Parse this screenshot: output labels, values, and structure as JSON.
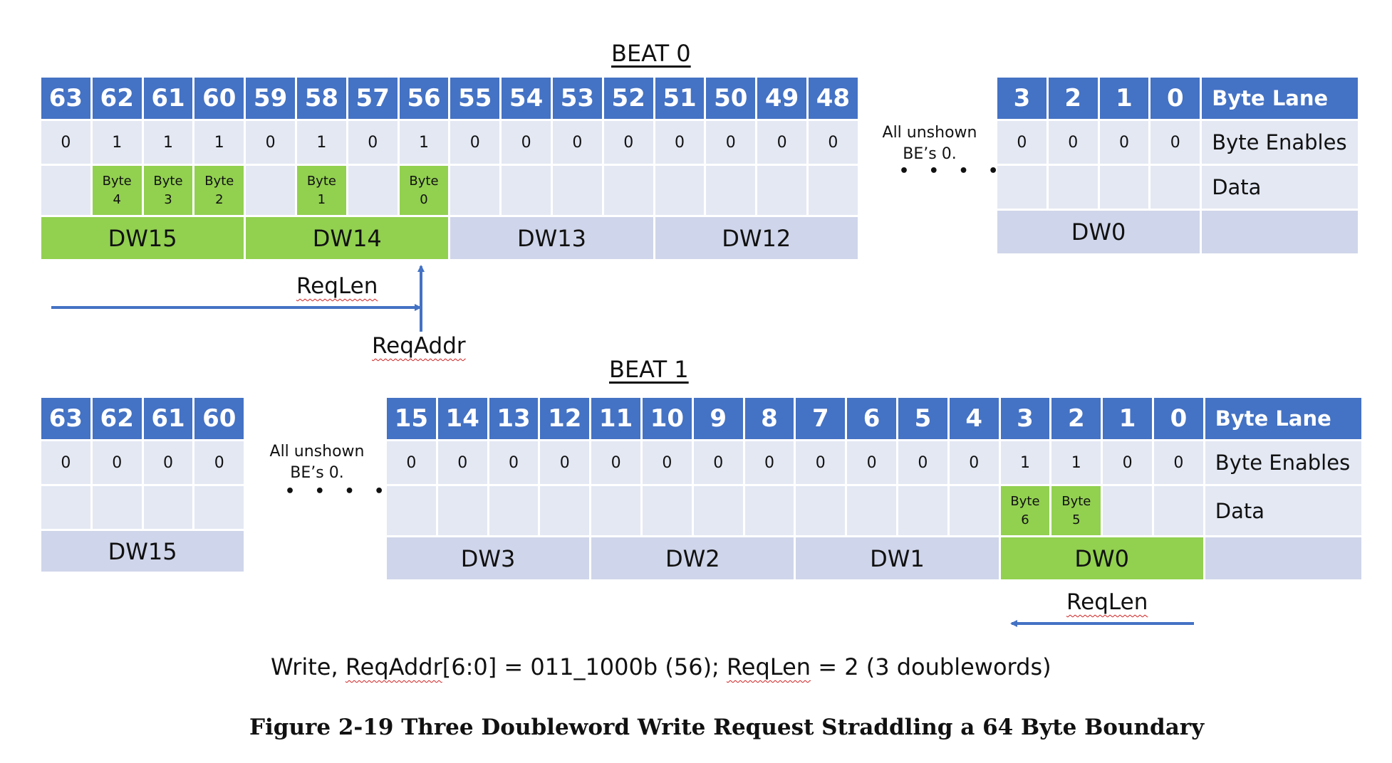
{
  "beat0": {
    "title": "BEAT 0",
    "lanes": [
      "63",
      "62",
      "61",
      "60",
      "59",
      "58",
      "57",
      "56",
      "55",
      "54",
      "53",
      "52",
      "51",
      "50",
      "49",
      "48"
    ],
    "enables": [
      "0",
      "1",
      "1",
      "1",
      "0",
      "1",
      "0",
      "1",
      "0",
      "0",
      "0",
      "0",
      "0",
      "0",
      "0",
      "0"
    ],
    "data": [
      null,
      {
        "word": "Byte",
        "num": "4"
      },
      {
        "word": "Byte",
        "num": "3"
      },
      {
        "word": "Byte",
        "num": "2"
      },
      null,
      {
        "word": "Byte",
        "num": "1"
      },
      null,
      {
        "word": "Byte",
        "num": "0"
      },
      null,
      null,
      null,
      null,
      null,
      null,
      null,
      null
    ],
    "dwords": [
      {
        "label": "DW15",
        "highlight": true
      },
      {
        "label": "DW14",
        "highlight": true
      },
      {
        "label": "DW13",
        "highlight": false
      },
      {
        "label": "DW12",
        "highlight": false
      }
    ],
    "right": {
      "lanes": [
        "3",
        "2",
        "1",
        "0"
      ],
      "enables": [
        "0",
        "0",
        "0",
        "0"
      ],
      "dword": "DW0"
    },
    "unshown_note": [
      "All unshown",
      "BE’s 0."
    ],
    "dots": "• • • •"
  },
  "beat1": {
    "title": "BEAT 1",
    "left": {
      "lanes": [
        "63",
        "62",
        "61",
        "60"
      ],
      "enables": [
        "0",
        "0",
        "0",
        "0"
      ],
      "dword": "DW15"
    },
    "unshown_note": [
      "All unshown",
      "BE’s 0."
    ],
    "dots": "• • • •",
    "lanes": [
      "15",
      "14",
      "13",
      "12",
      "11",
      "10",
      "9",
      "8",
      "7",
      "6",
      "5",
      "4",
      "3",
      "2",
      "1",
      "0"
    ],
    "enables": [
      "0",
      "0",
      "0",
      "0",
      "0",
      "0",
      "0",
      "0",
      "0",
      "0",
      "0",
      "0",
      "1",
      "1",
      "0",
      "0"
    ],
    "data": [
      null,
      null,
      null,
      null,
      null,
      null,
      null,
      null,
      null,
      null,
      null,
      null,
      {
        "word": "Byte",
        "num": "6"
      },
      {
        "word": "Byte",
        "num": "5"
      },
      null,
      null
    ],
    "dwords": [
      {
        "label": "DW3",
        "highlight": false
      },
      {
        "label": "DW2",
        "highlight": false
      },
      {
        "label": "DW1",
        "highlight": false
      },
      {
        "label": "DW0",
        "highlight": true
      }
    ]
  },
  "row_labels": {
    "byte_lane": "Byte Lane",
    "byte_enables": "Byte Enables",
    "data": "Data"
  },
  "arrows": {
    "reqlen_top": "ReqLen",
    "reqaddr": "ReqAddr",
    "reqlen_bottom": "ReqLen"
  },
  "caption": {
    "pre": "Write, ",
    "reqaddr": "ReqAddr",
    "mid": "[6:0] = 011_1000b (56); ",
    "reqlen": "ReqLen",
    "post": " = 2 (3 doublewords)"
  },
  "figure_caption": "Figure 2-19 Three Doubleword Write Request Straddling a 64 Byte Boundary",
  "colors": {
    "header_blue": "#4472c4",
    "cell_light": "#e3e8f3",
    "dword_fill": "#cfd5ea",
    "highlight_green": "#92d050",
    "arrow_blue": "#4472c4"
  }
}
